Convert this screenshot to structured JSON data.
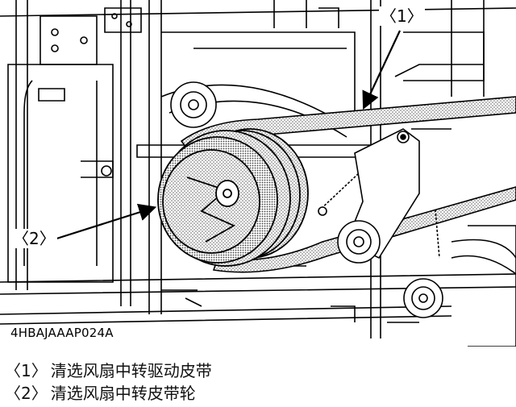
{
  "figure": {
    "id_label": "4HBAJAAAP024A",
    "callouts": [
      {
        "tag": "〈1〉"
      },
      {
        "tag": "〈2〉"
      }
    ]
  },
  "legend": [
    {
      "tag": "〈1〉",
      "text": "清选风扇中转驱动皮带"
    },
    {
      "tag": "〈2〉",
      "text": "清选风扇中转皮带轮"
    }
  ]
}
